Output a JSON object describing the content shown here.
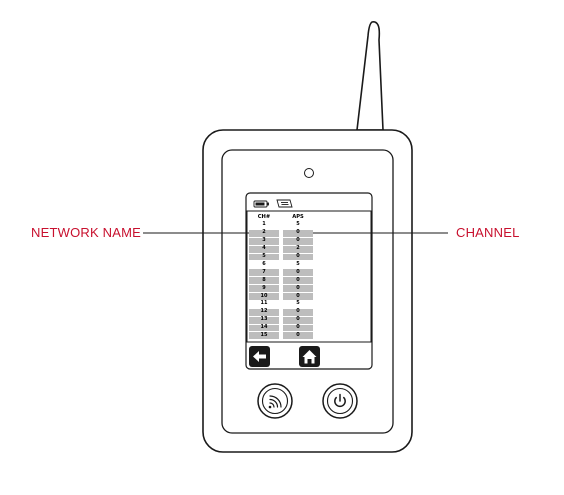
{
  "callouts": {
    "network_name": "NETWORK NAME",
    "channel": "CHANNEL"
  },
  "colors": {
    "callout_text": "#c8102e",
    "outline": "#1a1a1a",
    "row_shade": "#bdbdbd"
  },
  "screen": {
    "table": {
      "headers": [
        "CH#",
        "APS"
      ],
      "rows": [
        [
          "1",
          "5"
        ],
        [
          "2",
          "0"
        ],
        [
          "3",
          "0"
        ],
        [
          "4",
          "2"
        ],
        [
          "5",
          "0"
        ],
        [
          "6",
          "5"
        ],
        [
          "7",
          "0"
        ],
        [
          "8",
          "0"
        ],
        [
          "9",
          "0"
        ],
        [
          "10",
          "0"
        ],
        [
          "11",
          "5"
        ],
        [
          "12",
          "0"
        ],
        [
          "13",
          "0"
        ],
        [
          "14",
          "0"
        ],
        [
          "15",
          "0"
        ]
      ],
      "highlighted_rows": [
        "1",
        "6",
        "11"
      ]
    },
    "status_icons": [
      "battery-icon",
      "wifi-card-icon"
    ],
    "nav_icons": [
      "back-arrow-icon",
      "home-icon"
    ]
  },
  "buttons": [
    "wifi-scan-icon",
    "power-icon"
  ]
}
